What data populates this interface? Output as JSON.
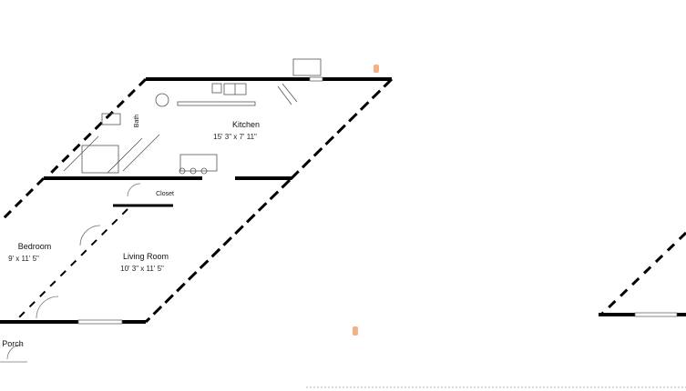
{
  "floor_plan": {
    "rooms": [
      {
        "key": "kitchen",
        "name": "Kitchen",
        "dimensions": "15' 3\" x 7' 11\""
      },
      {
        "key": "bedroom",
        "name": "Bedroom",
        "dimensions": "9' x 11' 5\""
      },
      {
        "key": "living_room",
        "name": "Living Room",
        "dimensions": "10' 3\" x 11' 5\""
      }
    ],
    "labels": {
      "closet": "Closet",
      "porch": "Porch",
      "bath_partial": "Bath"
    },
    "colors": {
      "wall": "#000000",
      "fixture": "#555555",
      "marker": "#f4b183"
    }
  }
}
